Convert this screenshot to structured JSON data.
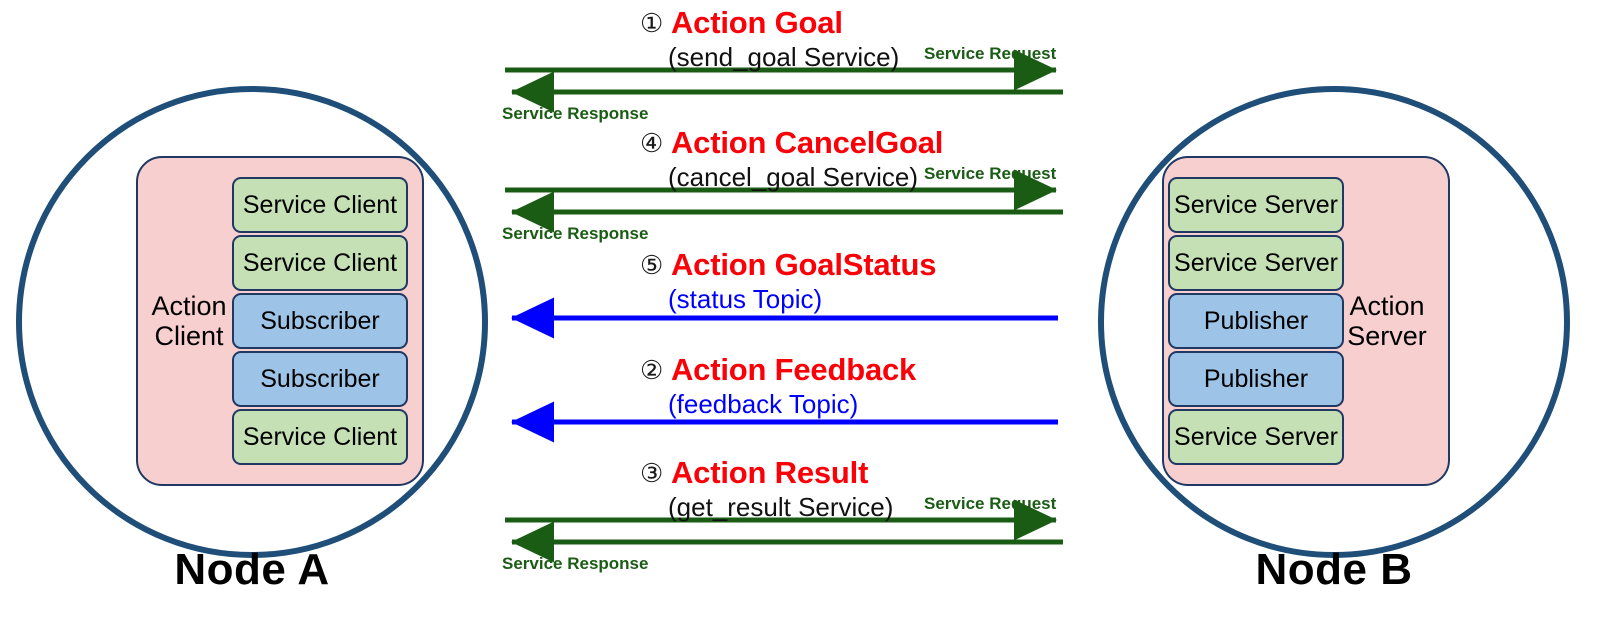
{
  "diagram": {
    "title_colors": {
      "action_red": "#fb0007",
      "topic_blue": "#0000ff",
      "service_green": "#1a5c14",
      "node_navy": "#1f4e79",
      "box_green": "#c5e0b4",
      "box_blue": "#9dc3e6",
      "container_pink": "#f8cfcf"
    }
  },
  "node_a": {
    "label": "Node A",
    "role": "Action\nClient",
    "endpoints": [
      {
        "label": "Service Client",
        "kind": "green"
      },
      {
        "label": "Service Client",
        "kind": "green"
      },
      {
        "label": "Subscriber",
        "kind": "blue"
      },
      {
        "label": "Subscriber",
        "kind": "blue"
      },
      {
        "label": "Service Client",
        "kind": "green"
      }
    ]
  },
  "node_b": {
    "label": "Node B",
    "role": "Action\nServer",
    "endpoints": [
      {
        "label": "Service Server",
        "kind": "green"
      },
      {
        "label": "Service Server",
        "kind": "green"
      },
      {
        "label": "Publisher",
        "kind": "blue"
      },
      {
        "label": "Publisher",
        "kind": "blue"
      },
      {
        "label": "Service Server",
        "kind": "green"
      }
    ]
  },
  "flows": [
    {
      "number": "①",
      "title": "Action Goal",
      "subtitle": "(send_goal Service)",
      "mechanism": "service",
      "request_label": "Service Request",
      "response_label": "Service Response"
    },
    {
      "number": "④",
      "title": "Action CancelGoal",
      "subtitle": "(cancel_goal Service)",
      "mechanism": "service",
      "request_label": "Service Request",
      "response_label": "Service Response"
    },
    {
      "number": "⑤",
      "title": "Action GoalStatus",
      "subtitle": "(status Topic)",
      "mechanism": "topic",
      "request_label": "",
      "response_label": ""
    },
    {
      "number": "②",
      "title": "Action Feedback",
      "subtitle": "(feedback Topic)",
      "mechanism": "topic",
      "request_label": "",
      "response_label": ""
    },
    {
      "number": "③",
      "title": "Action Result",
      "subtitle": "(get_result Service)",
      "mechanism": "service",
      "request_label": "Service Request",
      "response_label": "Service Response"
    }
  ]
}
